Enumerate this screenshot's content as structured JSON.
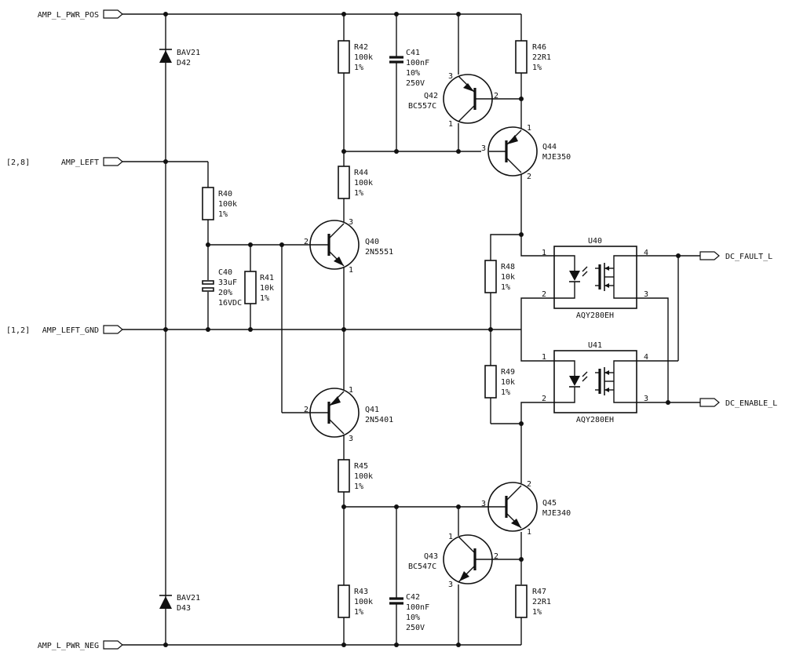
{
  "ports": [
    {
      "id": "amp-l-pwr-pos",
      "label": "AMP_L_PWR_POS"
    },
    {
      "id": "amp-left",
      "label": "AMP_LEFT",
      "ref": "[2,8]"
    },
    {
      "id": "amp-left-gnd",
      "label": "AMP_LEFT_GND",
      "ref": "[1,2]"
    },
    {
      "id": "amp-l-pwr-neg",
      "label": "AMP_L_PWR_NEG"
    },
    {
      "id": "dc-fault-l",
      "label": "DC_FAULT_L"
    },
    {
      "id": "dc-enable-l",
      "label": "DC_ENABLE_L"
    }
  ],
  "diodes": [
    {
      "id": "d42",
      "type": "BAV21",
      "ref": "D42"
    },
    {
      "id": "d43",
      "type": "BAV21",
      "ref": "D43"
    }
  ],
  "resistors": [
    {
      "id": "r40",
      "ref": "R40",
      "value": "100k",
      "tol": "1%"
    },
    {
      "id": "r41",
      "ref": "R41",
      "value": "10k",
      "tol": "1%"
    },
    {
      "id": "r42",
      "ref": "R42",
      "value": "100k",
      "tol": "1%"
    },
    {
      "id": "r43",
      "ref": "R43",
      "value": "100k",
      "tol": "1%"
    },
    {
      "id": "r44",
      "ref": "R44",
      "value": "100k",
      "tol": "1%"
    },
    {
      "id": "r45",
      "ref": "R45",
      "value": "100k",
      "tol": "1%"
    },
    {
      "id": "r46",
      "ref": "R46",
      "value": "22R1",
      "tol": "1%"
    },
    {
      "id": "r47",
      "ref": "R47",
      "value": "22R1",
      "tol": "1%"
    },
    {
      "id": "r48",
      "ref": "R48",
      "value": "10k",
      "tol": "1%"
    },
    {
      "id": "r49",
      "ref": "R49",
      "value": "10k",
      "tol": "1%"
    }
  ],
  "capacitors": [
    {
      "id": "c40",
      "ref": "C40",
      "value": "33uF",
      "tol": "20%",
      "voltage": "16VDC"
    },
    {
      "id": "c41",
      "ref": "C41",
      "value": "100nF",
      "tol": "10%",
      "voltage": "250V"
    },
    {
      "id": "c42",
      "ref": "C42",
      "value": "100nF",
      "tol": "10%",
      "voltage": "250V"
    }
  ],
  "transistors": [
    {
      "id": "q40",
      "ref": "Q40",
      "part": "2N5551",
      "pins": [
        "2",
        "3",
        "1"
      ]
    },
    {
      "id": "q41",
      "ref": "Q41",
      "part": "2N5401",
      "pins": [
        "2",
        "1",
        "3"
      ]
    },
    {
      "id": "q42",
      "ref": "Q42",
      "part": "BC557C",
      "pins": [
        "2",
        "3",
        "1"
      ]
    },
    {
      "id": "q43",
      "ref": "Q43",
      "part": "BC547C",
      "pins": [
        "2",
        "1",
        "3"
      ]
    },
    {
      "id": "q44",
      "ref": "Q44",
      "part": "MJE350",
      "pins": [
        "3",
        "1",
        "2"
      ]
    },
    {
      "id": "q45",
      "ref": "Q45",
      "part": "MJE340",
      "pins": [
        "3",
        "2",
        "1"
      ]
    }
  ],
  "ics": [
    {
      "id": "u40",
      "ref": "U40",
      "part": "AQY280EH",
      "pins": [
        "1",
        "2",
        "4",
        "3"
      ]
    },
    {
      "id": "u41",
      "ref": "U41",
      "part": "AQY280EH",
      "pins": [
        "1",
        "2",
        "4",
        "3"
      ]
    }
  ]
}
